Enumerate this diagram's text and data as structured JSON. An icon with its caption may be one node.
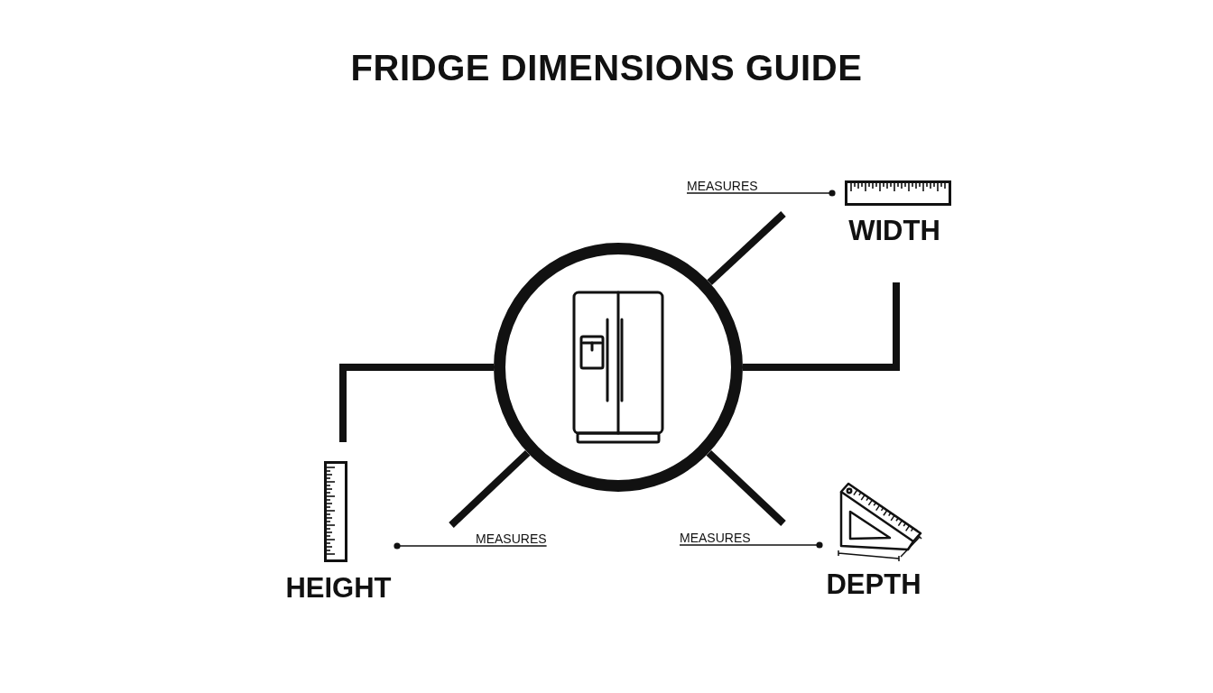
{
  "diagram": {
    "title": "FRIDGE DIMENSIONS GUIDE",
    "nodes": [
      {
        "text": [
          "MEASURES"
        ]
      },
      {
        "text": [
          "WIDTH"
        ]
      },
      {
        "text": [],
        "shape": "circle"
      },
      {
        "text": [],
        "shape": "picture",
        "in": 2
      },
      {
        "text": [
          "HEIGHT"
        ]
      },
      {
        "text": [
          "MEASURES"
        ]
      },
      {
        "text": [
          "MEASURES"
        ]
      },
      {
        "text": [
          "DEPTH"
        ]
      }
    ],
    "edges": [
      {
        "from": 0,
        "to": 1,
        "arrow": "other"
      },
      {
        "from": 2,
        "to": null,
        "arrow": "none"
      },
      {
        "from": 2,
        "to": 1,
        "arrow": "none"
      },
      {
        "from": 2,
        "to": 4,
        "arrow": "none"
      },
      {
        "from": 2,
        "to": null,
        "arrow": "none"
      },
      {
        "from": 2,
        "to": null,
        "arrow": "none"
      },
      {
        "from": 5,
        "to": 4,
        "arrow": "other"
      },
      {
        "from": 6,
        "to": 7,
        "arrow": "other"
      }
    ]
  }
}
